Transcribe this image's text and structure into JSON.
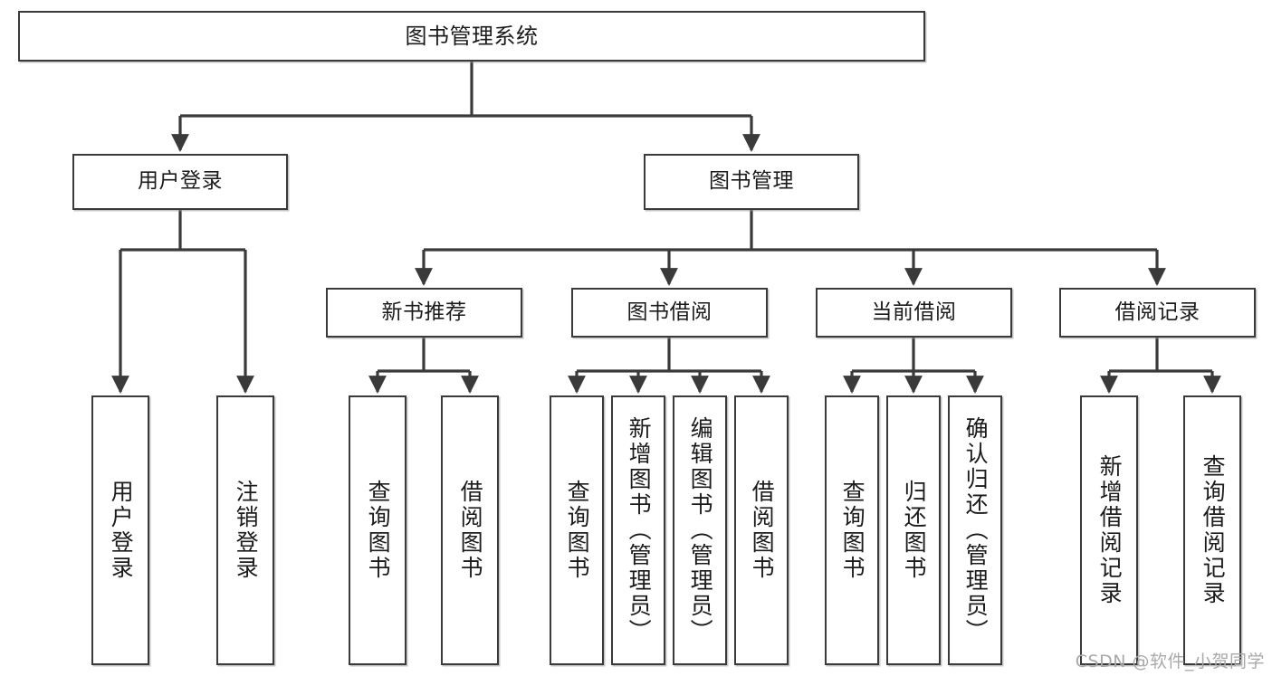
{
  "diagram": {
    "title": "图书管理系统",
    "watermark": "CSDN @软件_小贺同学",
    "root": {
      "label": "图书管理系统"
    },
    "level1": [
      {
        "label": "用户登录"
      },
      {
        "label": "图书管理"
      }
    ],
    "level2": [
      {
        "label": "新书推荐"
      },
      {
        "label": "图书借阅"
      },
      {
        "label": "当前借阅"
      },
      {
        "label": "借阅记录"
      }
    ],
    "leaves": {
      "user_login": [
        {
          "label": "用户登录"
        },
        {
          "label": "注销登录"
        }
      ],
      "new_book_recommend": [
        {
          "label": "查询图书"
        },
        {
          "label": "借阅图书"
        }
      ],
      "book_borrow": [
        {
          "label": "查询图书"
        },
        {
          "label": "新增图书（管理员）"
        },
        {
          "label": "编辑图书（管理员）"
        },
        {
          "label": "借阅图书"
        }
      ],
      "current_borrow": [
        {
          "label": "查询图书"
        },
        {
          "label": "归还图书"
        },
        {
          "label": "确认归还（管理员）"
        }
      ],
      "borrow_record": [
        {
          "label": "新增借阅记录"
        },
        {
          "label": "查询借阅记录"
        }
      ]
    },
    "colors": {
      "stroke": "#3a3a3a",
      "fill": "#ffffff",
      "text": "#1b1b1b",
      "watermark": "#a9a9a9"
    }
  }
}
